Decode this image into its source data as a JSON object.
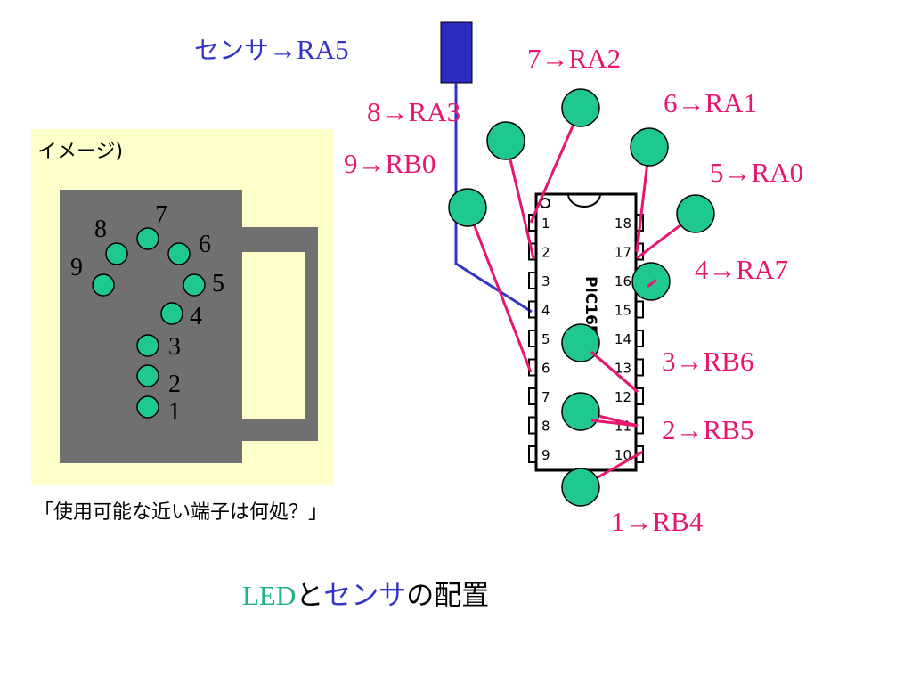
{
  "colors": {
    "led_fill": "#1fc890",
    "led_stroke": "#000000",
    "wire": "#e8166e",
    "sensor_wire": "#3333cc",
    "sensor_body": "#2b2bc0",
    "mug_panel": "#ffffcc",
    "mug": "#707070",
    "label_pink": "#e8166e",
    "label_blue": "#3333cc",
    "label_green": "#1ab47e"
  },
  "sensor_label": {
    "name": "センサ",
    "pin": "→RA5"
  },
  "led_labels": [
    "7→RA2",
    "8→RA3",
    "6→RA1",
    "9→RB0",
    "5→RA0",
    "4→RA7",
    "3→RB6",
    "2→RB5",
    "1→RB4"
  ],
  "chip": {
    "part": "PIC16F84",
    "left_pins": [
      "1",
      "2",
      "3",
      "4",
      "5",
      "6",
      "7",
      "8",
      "9"
    ],
    "right_pins": [
      "18",
      "17",
      "16",
      "15",
      "14",
      "13",
      "12",
      "11",
      "10"
    ]
  },
  "image_panel": {
    "title": "イメージ)",
    "led_numbers": [
      "1",
      "2",
      "3",
      "4",
      "5",
      "6",
      "7",
      "8",
      "9"
    ]
  },
  "question": "「使用可能な近い端子は何処？」",
  "caption": {
    "part1": "LED",
    "part2": "と",
    "part3": "センサ",
    "part4": "の配置"
  }
}
